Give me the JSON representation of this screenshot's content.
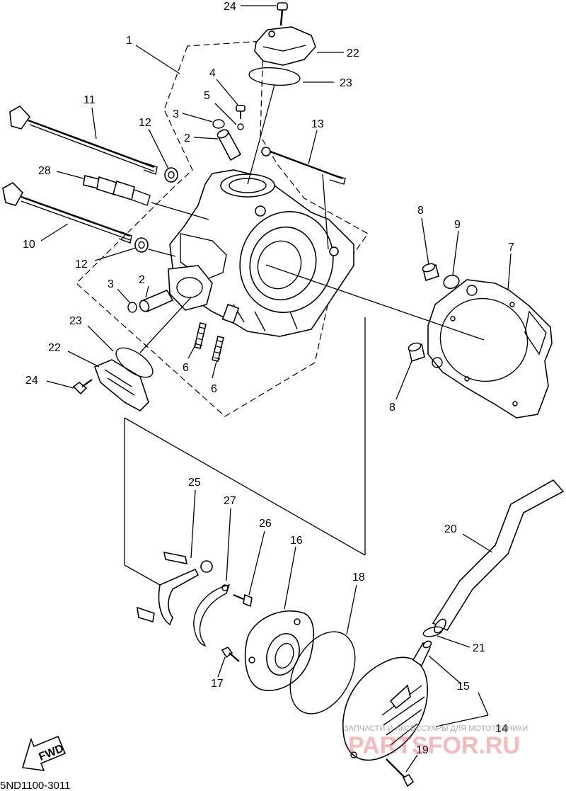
{
  "callouts": [
    {
      "id": "c1",
      "text": "1"
    },
    {
      "id": "c2a",
      "text": "2"
    },
    {
      "id": "c2b",
      "text": "2"
    },
    {
      "id": "c3a",
      "text": "3"
    },
    {
      "id": "c3b",
      "text": "3"
    },
    {
      "id": "c4",
      "text": "4"
    },
    {
      "id": "c5",
      "text": "5"
    },
    {
      "id": "c6a",
      "text": "6"
    },
    {
      "id": "c6b",
      "text": "6"
    },
    {
      "id": "c7",
      "text": "7"
    },
    {
      "id": "c8a",
      "text": "8"
    },
    {
      "id": "c8b",
      "text": "8"
    },
    {
      "id": "c9",
      "text": "9"
    },
    {
      "id": "c10",
      "text": "10"
    },
    {
      "id": "c11",
      "text": "11"
    },
    {
      "id": "c12a",
      "text": "12"
    },
    {
      "id": "c12b",
      "text": "12"
    },
    {
      "id": "c13",
      "text": "13"
    },
    {
      "id": "c14",
      "text": "14"
    },
    {
      "id": "c15",
      "text": "15"
    },
    {
      "id": "c16",
      "text": "16"
    },
    {
      "id": "c17",
      "text": "17"
    },
    {
      "id": "c18",
      "text": "18"
    },
    {
      "id": "c19",
      "text": "19"
    },
    {
      "id": "c20",
      "text": "20"
    },
    {
      "id": "c21",
      "text": "21"
    },
    {
      "id": "c22a",
      "text": "22"
    },
    {
      "id": "c22b",
      "text": "22"
    },
    {
      "id": "c23a",
      "text": "23"
    },
    {
      "id": "c23b",
      "text": "23"
    },
    {
      "id": "c24a",
      "text": "24"
    },
    {
      "id": "c24b",
      "text": "24"
    },
    {
      "id": "c25",
      "text": "25"
    },
    {
      "id": "c26",
      "text": "26"
    },
    {
      "id": "c27",
      "text": "27"
    },
    {
      "id": "c28",
      "text": "28"
    }
  ],
  "fwd_label": "FWD",
  "diagram_ref": "5ND1100-3011",
  "watermark": {
    "caption": "ЗАПЧАСТИ И АКСЕССУАРЫ ДЛЯ МОТОТЕХНИКИ",
    "brand": "PARTSFOR.RU",
    "color": "#e53b3b"
  }
}
